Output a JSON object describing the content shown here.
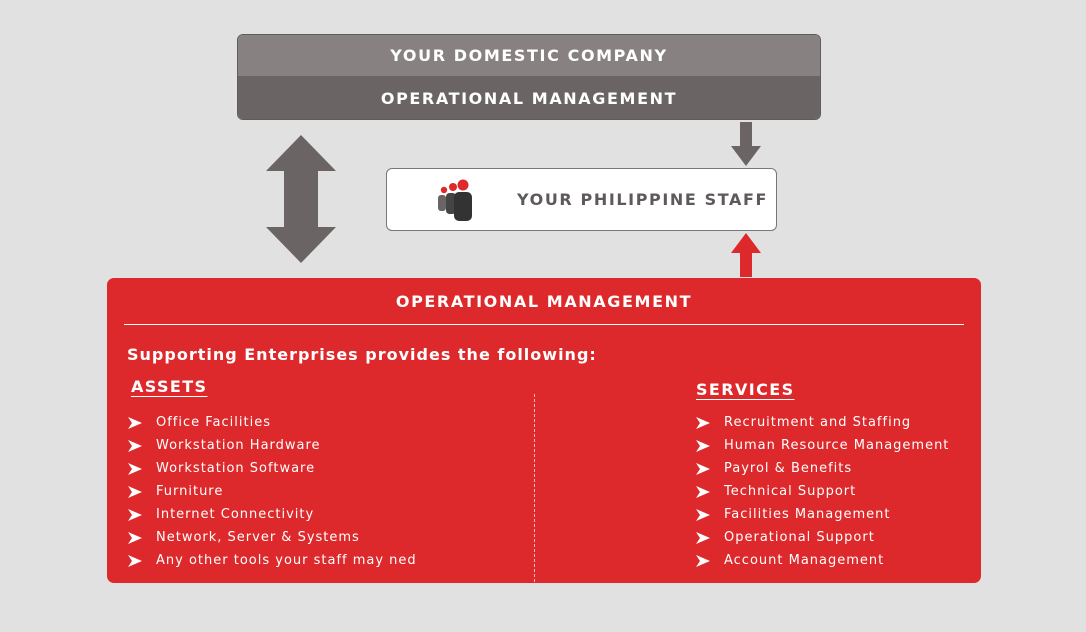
{
  "company": {
    "title": "YOUR DOMESTIC COMPANY",
    "subtitle": "OPERATIONAL MANAGEMENT"
  },
  "staff": {
    "label": "YOUR PHILIPPINE STAFF",
    "icon": "people-group-icon"
  },
  "panel": {
    "heading": "OPERATIONAL MANAGEMENT",
    "intro": "Supporting Enterprises provides the following:",
    "assets": {
      "title": "ASSETS",
      "items": [
        "Office Facilities",
        "Workstation Hardware",
        "Workstation Software",
        "Furniture",
        "Internet Connectivity",
        "Network, Server & Systems",
        "Any other tools your staff may ned"
      ]
    },
    "services": {
      "title": "SERVICES",
      "items": [
        "Recruitment and Staffing",
        "Human Resource Management",
        "Payrol & Benefits",
        "Technical Support",
        "Facilities Management",
        "Operational Support",
        "Account Management"
      ]
    }
  },
  "colors": {
    "background": "#e1e1e1",
    "company_title_bg": "#878281",
    "company_sub_bg": "#6a6564",
    "arrow_gray": "#6a6564",
    "accent_red": "#dd292b",
    "white": "#ffffff"
  }
}
